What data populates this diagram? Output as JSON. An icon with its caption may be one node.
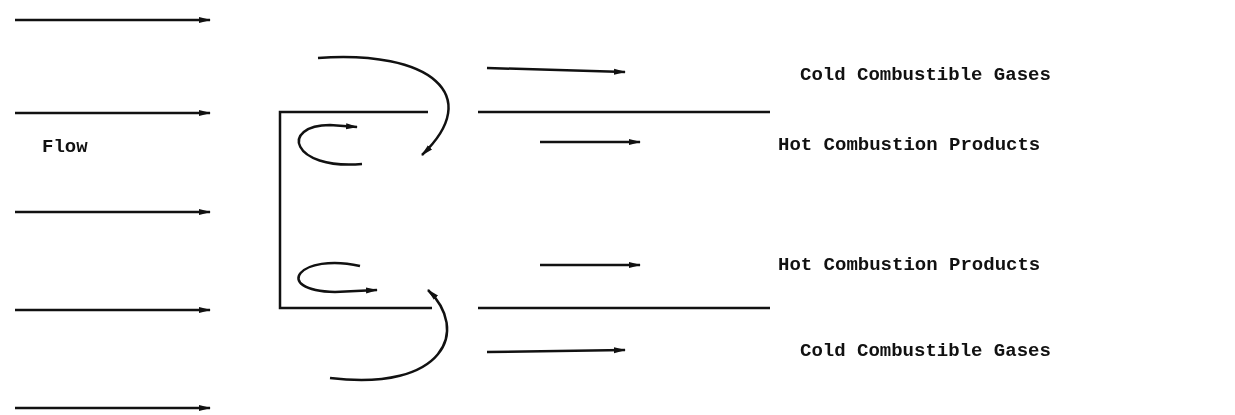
{
  "diagram": {
    "labels": [
      "Cold Combustible Gases",
      "Flow",
      "Hot Combustion Products",
      "Hot Combustion Products",
      "Cold Combustible Gases"
    ]
  }
}
